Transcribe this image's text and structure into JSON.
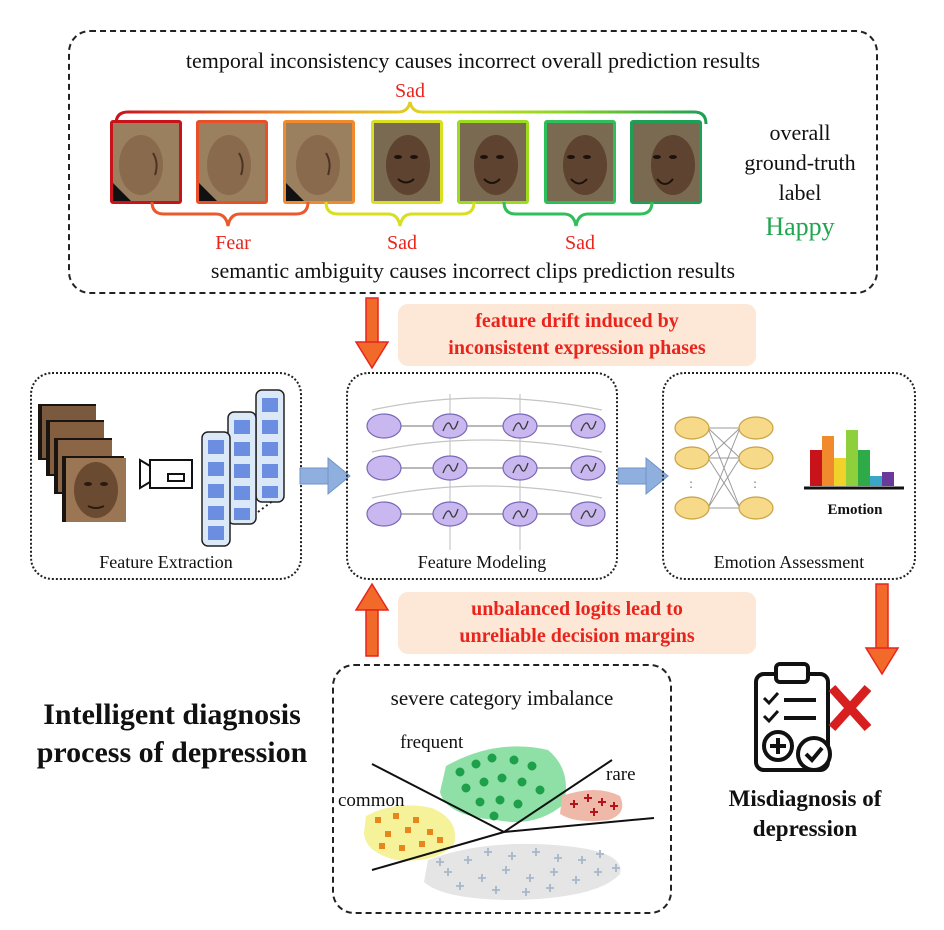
{
  "top_box": {
    "title": "temporal inconsistency causes incorrect overall prediction results",
    "bottom_caption": "semantic ambiguity causes incorrect clips prediction results",
    "overall_label": "Sad",
    "clip_labels": [
      "Fear",
      "Sad",
      "Sad"
    ],
    "gt_lines": [
      "overall",
      "ground-truth",
      "label"
    ],
    "gt_value": "Happy",
    "frame_colors": [
      "#c8131b",
      "#e8502a",
      "#f08a2c",
      "#d9e01f",
      "#9bdc1f",
      "#2fbf5a",
      "#1f9e56"
    ],
    "colors": {
      "red": "#e8241c",
      "green": "#21a551"
    }
  },
  "callouts": {
    "drift": [
      "feature drift induced by",
      "inconsistent expression phases"
    ],
    "logits": [
      "unbalanced logits lead to",
      "unreliable decision margins"
    ]
  },
  "stages": {
    "extraction": "Feature Extraction",
    "modeling": "Feature Modeling",
    "assessment": "Emotion Assessment",
    "emotion_label": "Emotion"
  },
  "imbalance": {
    "title": "severe category imbalance",
    "frequent": "frequent",
    "common": "common",
    "rare": "rare"
  },
  "main_title": [
    "Intelligent diagnosis",
    "process of depression"
  ],
  "misdiagnosis": [
    "Misdiagnosis of",
    "depression"
  ]
}
